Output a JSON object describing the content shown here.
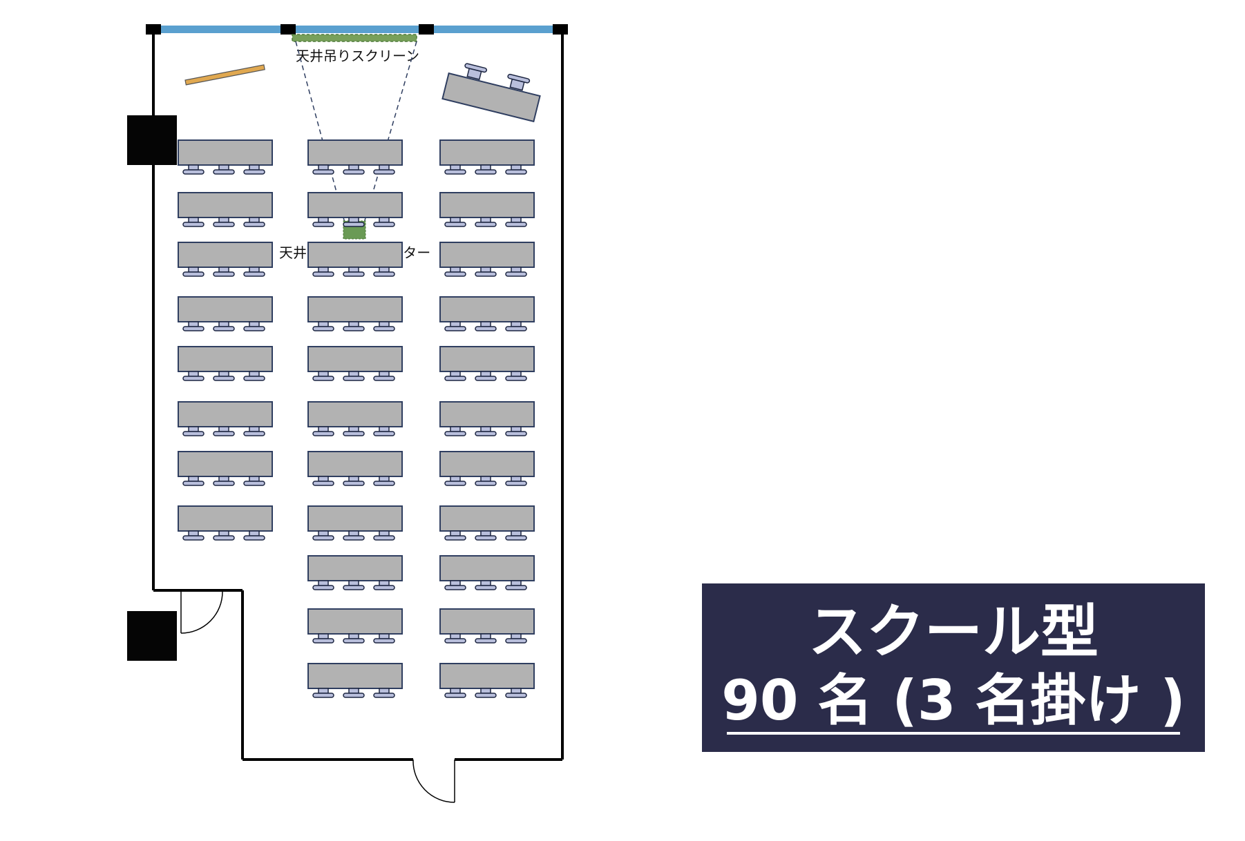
{
  "labels": {
    "screen": "天井吊りスクリーン",
    "projector": "天井吊りプロジェクター"
  },
  "title": {
    "line1": "スクール型",
    "line2": "90 名 (3 名掛け )"
  },
  "layout_info": {
    "style": "school",
    "columns": 3,
    "rows_per_column": [
      8,
      11,
      11
    ],
    "seats_per_table": 3
  },
  "colors": {
    "table_fill": "#b2b2b2",
    "table_stroke": "#2f3e60",
    "chair_fill": "#b9bfdc",
    "chair_stroke": "#1c2540",
    "wall": "#000000",
    "window": "#5aa0cf",
    "screen": "#78a05a",
    "projector": "#6a9a55",
    "lectern": "#e0a850",
    "title_bg": "#2b2c4a",
    "title_text": "#ffffff"
  }
}
